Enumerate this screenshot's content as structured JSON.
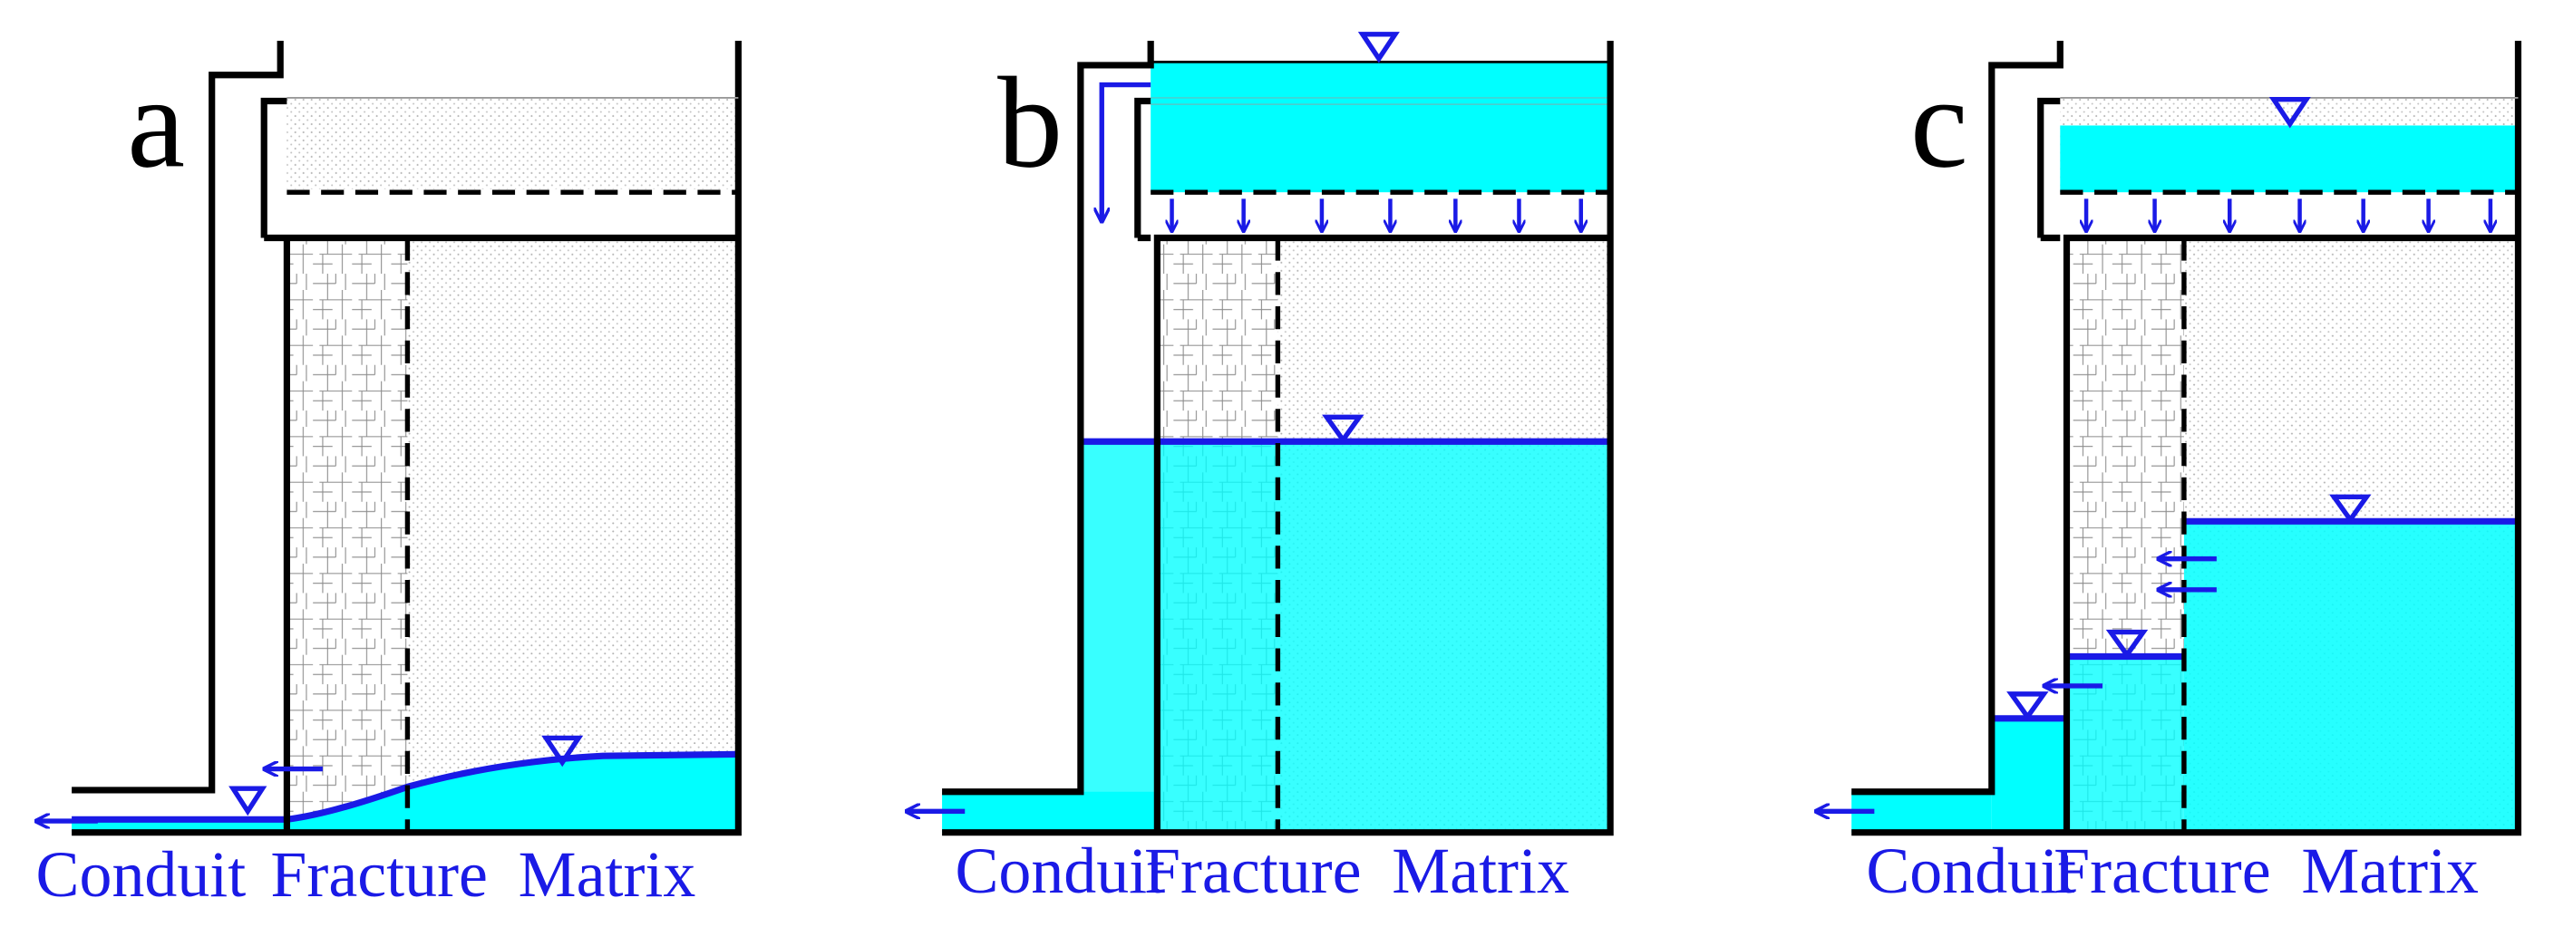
{
  "colors": {
    "water": "#00ffff",
    "arrow": "#1a1ae6",
    "outline": "#000000"
  },
  "panels": [
    {
      "letter": "a",
      "labels": [
        "Conduit",
        "Fracture",
        "Matrix"
      ]
    },
    {
      "letter": "b",
      "labels": [
        "Conduit",
        "Fracture",
        "Matrix"
      ]
    },
    {
      "letter": "c",
      "labels": [
        "Conduit",
        "Fracture",
        "Matrix"
      ]
    }
  ]
}
